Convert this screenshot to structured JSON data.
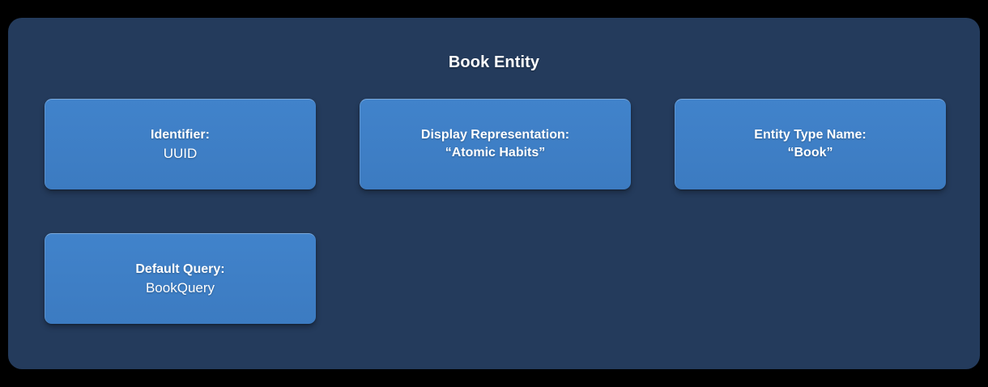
{
  "panel": {
    "title": "Book Entity",
    "background_color": "#243B5C",
    "outer_background_color": "#000000"
  },
  "card_style": {
    "fill_color": "#3E7FC6",
    "text_color": "#FFFFFF"
  },
  "cards": [
    {
      "label": "Identifier:",
      "value": "UUID",
      "value_weight": "regular"
    },
    {
      "label": "Display Representation:",
      "value": "“Atomic Habits”",
      "value_weight": "bold"
    },
    {
      "label": "Entity Type Name:",
      "value": "“Book”",
      "value_weight": "bold"
    },
    {
      "label": "Default Query:",
      "value": "BookQuery",
      "value_weight": "regular"
    }
  ]
}
